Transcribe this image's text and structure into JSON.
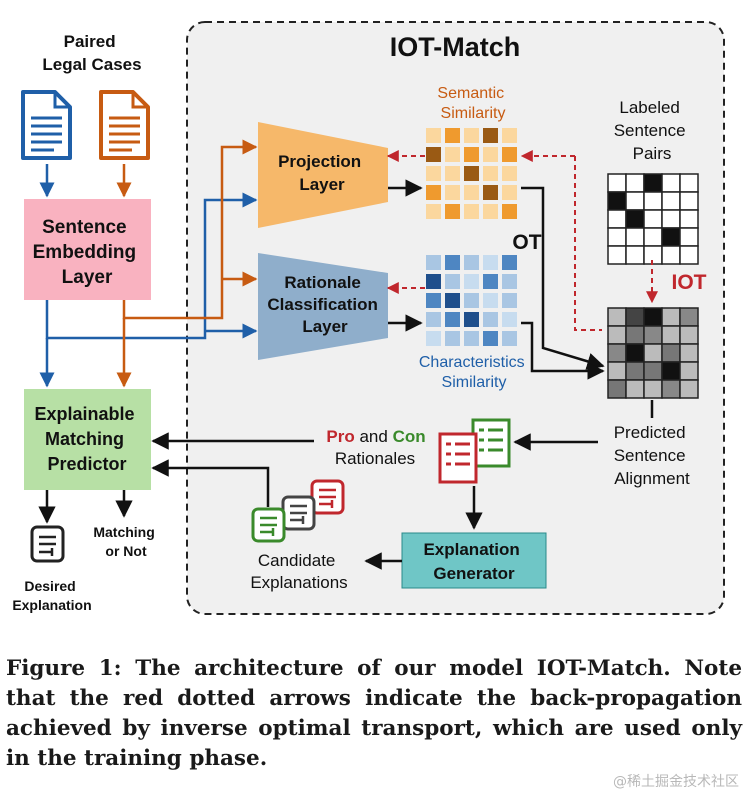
{
  "diagram": {
    "title": "IOT-Match",
    "input_label": [
      "Paired",
      "Legal Cases"
    ],
    "sentence_embedding": [
      "Sentence",
      "Embedding",
      "Layer"
    ],
    "projection_layer": [
      "Projection",
      "Layer"
    ],
    "rationale_layer": [
      "Rationale",
      "Classification",
      "Layer"
    ],
    "semantic_similarity": [
      "Semantic",
      "Similarity"
    ],
    "characteristics_similarity": [
      "Characteristics",
      "Similarity"
    ],
    "labeled_pairs": [
      "Labeled",
      "Sentence",
      "Pairs"
    ],
    "ot": "OT",
    "iot": "IOT",
    "predicted_alignment": [
      "Predicted",
      "Sentence",
      "Alignment"
    ],
    "pro": "Pro",
    "and": "and",
    "con": "Con",
    "rationales": "Rationales",
    "explanation_generator": [
      "Explanation",
      "Generator"
    ],
    "candidate_explanations": [
      "Candidate",
      "Explanations"
    ],
    "matching_predictor": [
      "Explainable",
      "Matching",
      "Predictor"
    ],
    "matching_or_not": [
      "Matching",
      "or Not"
    ],
    "desired_explanation": [
      "Desired",
      "Explanation"
    ]
  },
  "caption": "Figure 1: The architecture of our model IOT-Match. Note that the red dotted arrows indicate the back-propagation achieved by inverse optimal transport, which are used only in the training phase.",
  "watermark": "@稀土掘金技术社区",
  "colors": {
    "blue": "#1f5fa8",
    "orange": "#c75b12",
    "red": "#c0272d",
    "green": "#3a8a2b",
    "pink": "#f9b2c0",
    "green_fill": "#b7e0a5",
    "teal": "#6fc6c6",
    "projection": "#f6b86a",
    "rationale": "#8faecb"
  }
}
